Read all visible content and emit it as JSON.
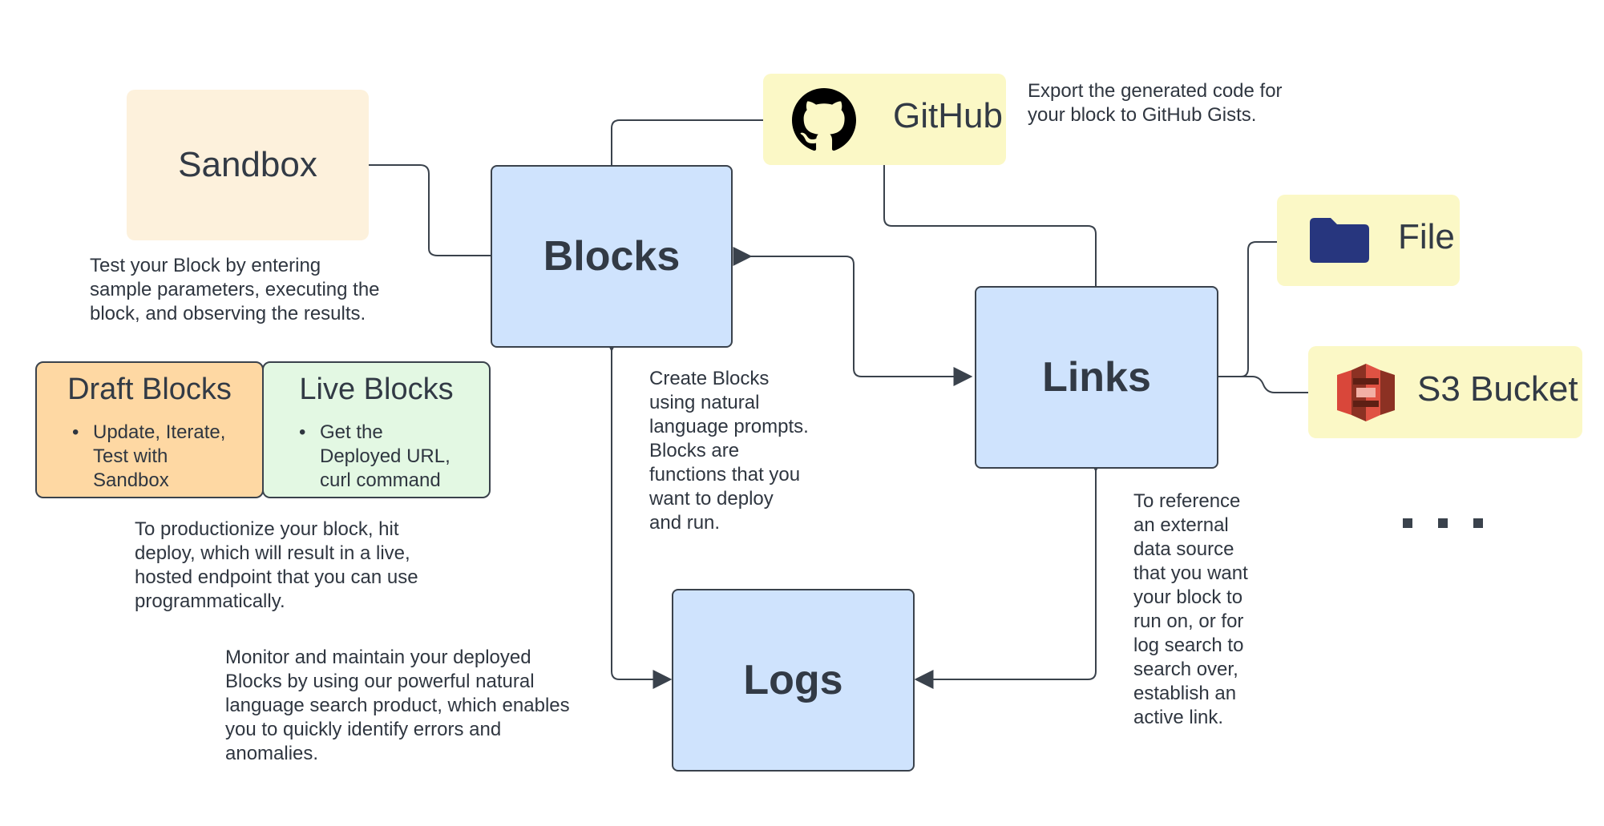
{
  "nodes": {
    "sandbox": "Sandbox",
    "blocks": "Blocks",
    "links": "Links",
    "logs": "Logs",
    "github": "GitHub",
    "file": "File",
    "s3": "S3 Bucket"
  },
  "descriptions": {
    "sandbox": [
      "Test your Block by entering",
      "sample parameters, executing the",
      "block, and observing the results."
    ],
    "github": [
      "Export the generated code for",
      "your block to GitHub Gists."
    ],
    "blocks": [
      "Create Blocks",
      "using natural",
      "language prompts.",
      "Blocks are",
      "functions that you",
      "want to deploy",
      "and run."
    ],
    "links": [
      "To reference",
      "an external",
      "data source",
      "that you want",
      "your block to",
      "run on, or for",
      "log search to",
      "search over,",
      "establish an",
      "active link."
    ],
    "productionize": [
      "To productionize your block, hit",
      "deploy, which will result in a live,",
      "hosted endpoint that you can use",
      "programmatically."
    ],
    "logs": [
      "Monitor and maintain your deployed",
      "Blocks by using our powerful natural",
      "language search product, which enables",
      "you to quickly identify errors and",
      "anomalies."
    ]
  },
  "draft": {
    "title": "Draft Blocks",
    "bullets": [
      "Update, Iterate,",
      "Test with",
      "Sandbox"
    ]
  },
  "live": {
    "title": "Live Blocks",
    "bullets": [
      "Get the",
      "Deployed URL,",
      "curl command"
    ]
  },
  "icons": [
    "github-icon",
    "folder-icon",
    "s3-bucket-icon",
    "ellipsis-icon"
  ],
  "colors": {
    "blue_node": "#cfe3fd",
    "sandbox": "#fdf1dc",
    "yellow_card": "#fbf8c6",
    "draft": "#fed8a3",
    "live": "#e3f8e3",
    "folder": "#27367e",
    "s3": "#d9473a",
    "stroke": "#3a424c"
  }
}
